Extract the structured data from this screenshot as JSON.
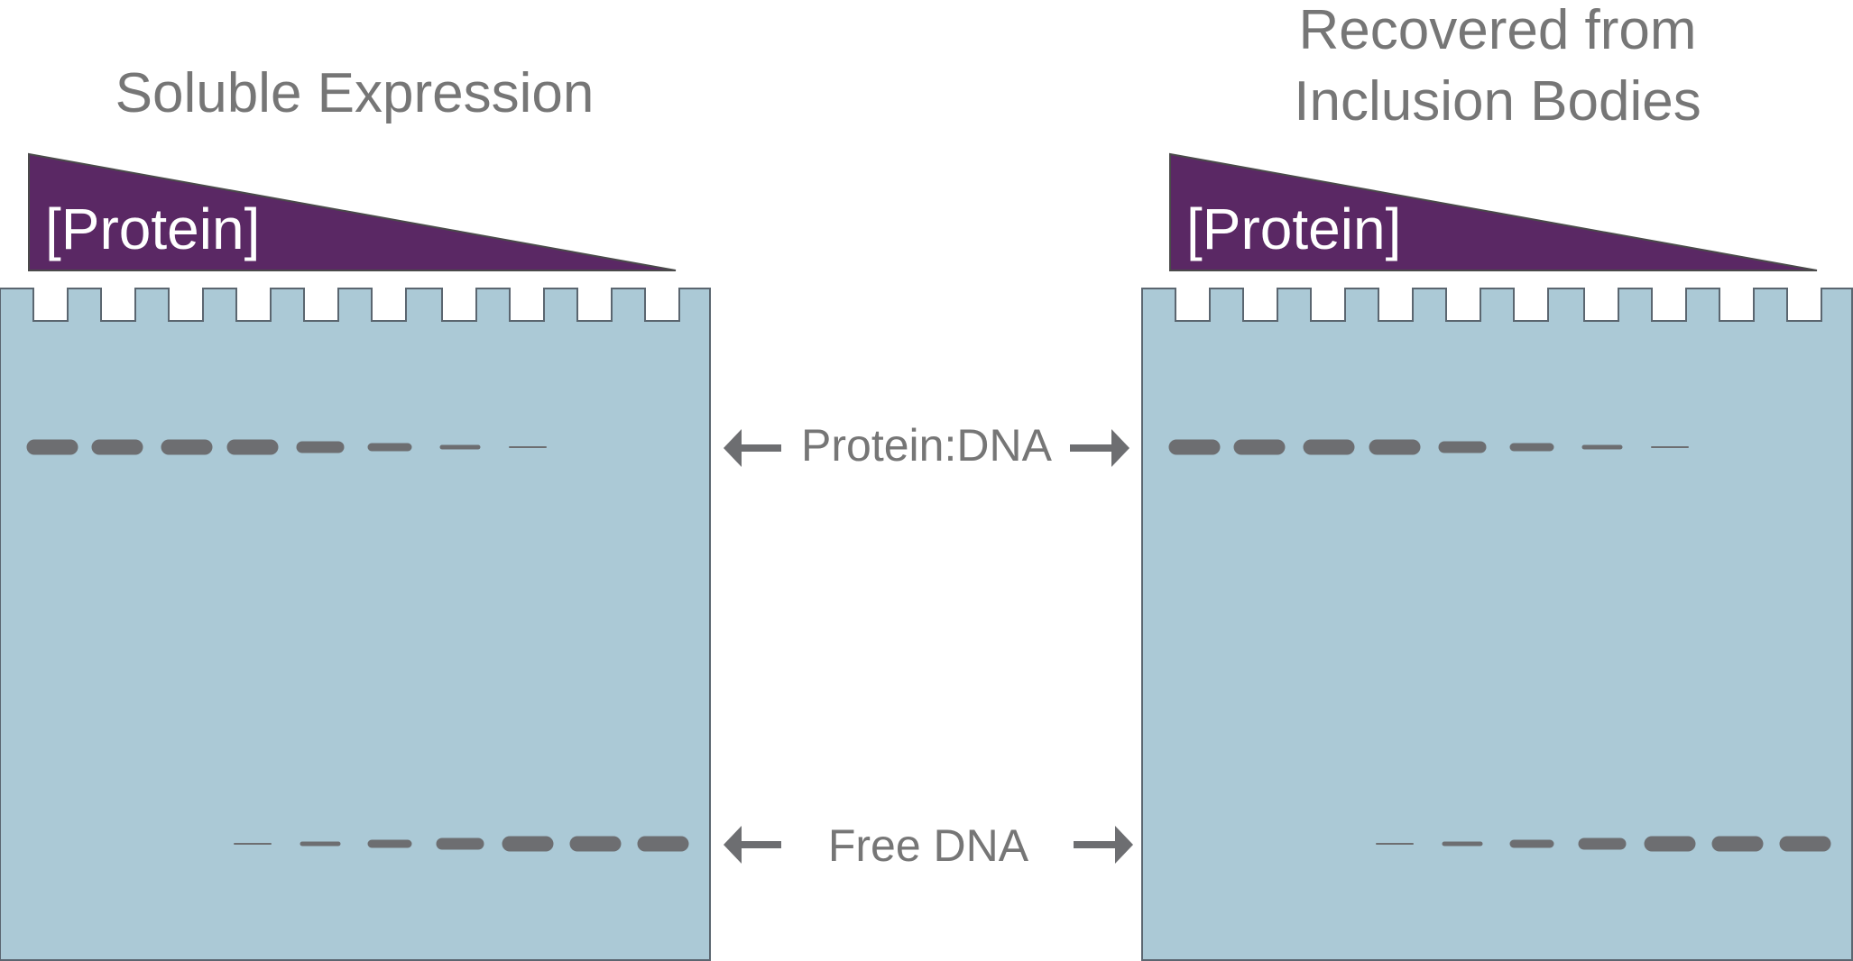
{
  "colors": {
    "gel": "#abc9d6",
    "gel_outline": "#5b6670",
    "band": "#6d6e71",
    "wedge": "#5a2864",
    "wedge_text": "#ffffff",
    "label_text": "#767676",
    "arrow": "#6d6e71",
    "background": "#ffffff"
  },
  "center": {
    "top_label": "Protein:DNA",
    "bottom_label": "Free DNA"
  },
  "panels": [
    {
      "title_lines": [
        "Soluble Expression"
      ],
      "wedge_label": "[Protein]",
      "lane_count": 10,
      "bands": {
        "protein_dna": [
          4,
          4,
          4,
          4,
          3,
          2,
          1,
          0.5,
          0,
          0
        ],
        "free_dna": [
          0,
          0,
          0,
          0.5,
          1,
          2,
          3,
          4,
          4,
          4
        ]
      }
    },
    {
      "title_lines": [
        "Recovered from",
        "Inclusion Bodies"
      ],
      "wedge_label": "[Protein]",
      "lane_count": 10,
      "bands": {
        "protein_dna": [
          4,
          4,
          4,
          4,
          3,
          2,
          1,
          0.5,
          0,
          0
        ],
        "free_dna": [
          0,
          0,
          0,
          0.5,
          1,
          2,
          3,
          4,
          4,
          4
        ]
      }
    }
  ]
}
